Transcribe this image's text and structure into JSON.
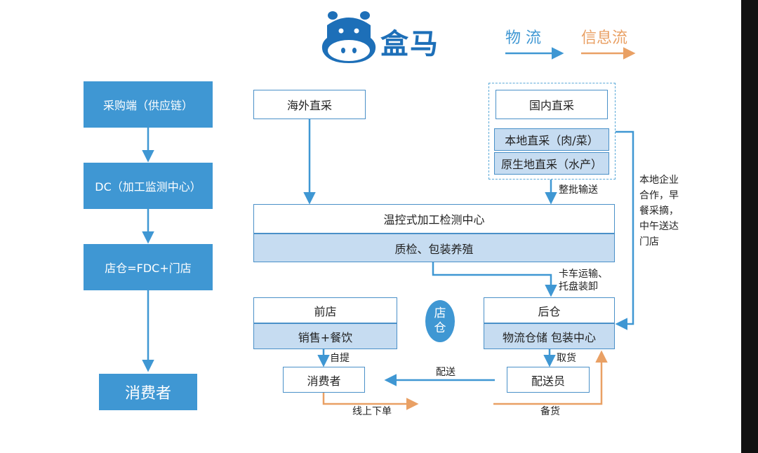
{
  "logo": {
    "text": "盒马"
  },
  "legend": {
    "logistics": "物 流",
    "info": "信息流"
  },
  "colors": {
    "blue": "#3f97d3",
    "orange": "#e9a064",
    "fill": "#c6dcf1"
  },
  "left_chain": {
    "procurement": "采购端（供应链）",
    "dc": "DC（加工监测中心）",
    "store_warehouse": "店仓=FDC+门店",
    "consumer": "消费者"
  },
  "main": {
    "overseas": "海外直采",
    "domestic": "国内直采",
    "local": "本地直采（肉/菜）",
    "origin": "原生地直采（水产）",
    "batch": "整批输送",
    "local_note": [
      "本地企业",
      "合作，早",
      "餐采摘，",
      "中午送达",
      "门店"
    ],
    "center": "温控式加工检测中心",
    "qc": "质检、包装养殖",
    "truck": [
      "卡车运输、",
      "托盘装卸"
    ],
    "front_store": "前店",
    "front_sub": "销售+餐饮",
    "store_tag": [
      "店",
      "仓"
    ],
    "back_wh": "后仓",
    "back_sub": "物流仓储 包装中心",
    "self_pick": "自提",
    "pick_up": "取货",
    "consumer": "消费者",
    "delivery_label": "配送",
    "courier": "配送员",
    "online_order": "线上下单",
    "stock": "备货"
  }
}
